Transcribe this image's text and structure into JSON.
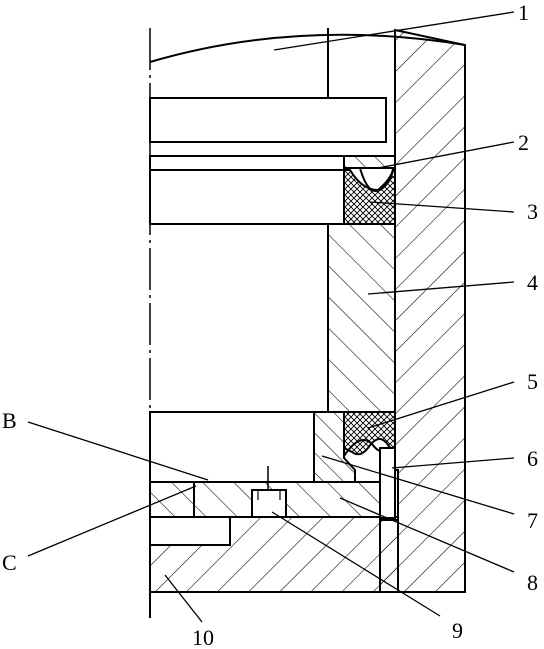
{
  "callouts": {
    "c1": "1",
    "c2": "2",
    "c3": "3",
    "c4": "4",
    "c5": "5",
    "c6": "6",
    "c7": "7",
    "c8": "8",
    "c9": "9",
    "c10": "10",
    "cB": "B",
    "cC": "C"
  },
  "colors": {
    "line": "#000000",
    "background": "#ffffff"
  }
}
